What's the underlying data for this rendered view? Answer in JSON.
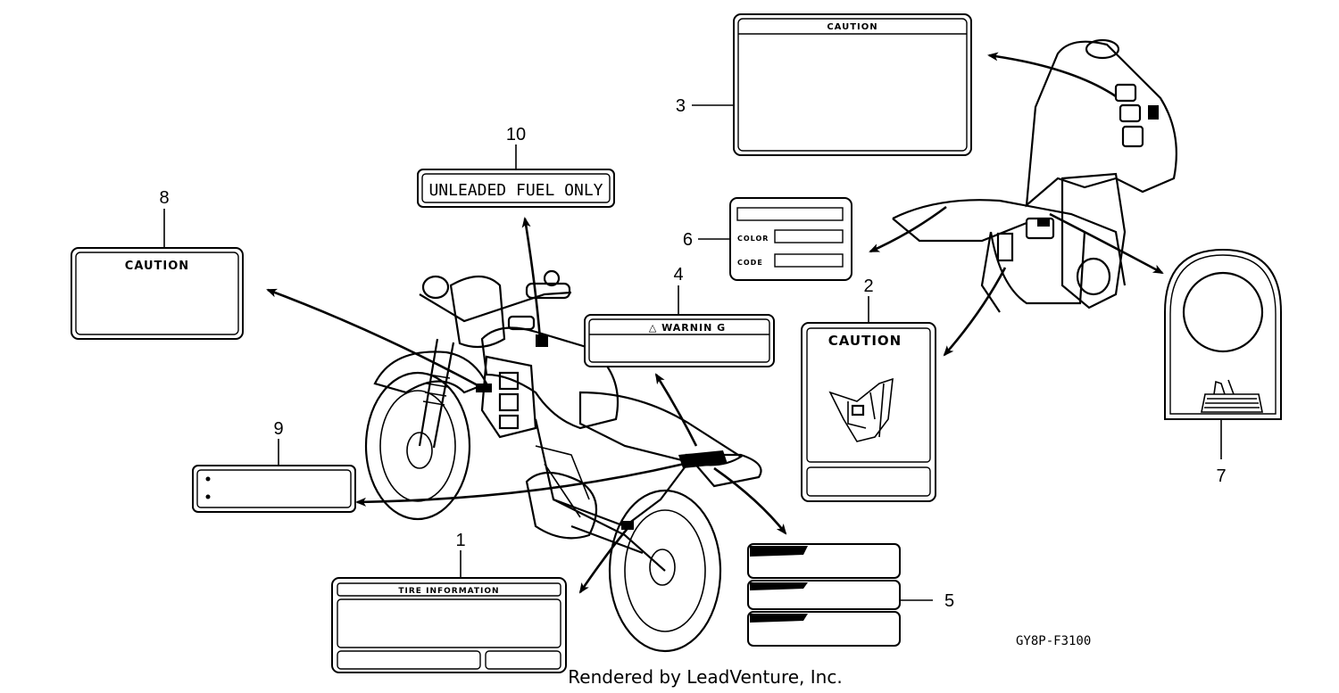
{
  "callouts": {
    "n1": "1",
    "n2": "2",
    "n3": "3",
    "n4": "4",
    "n5": "5",
    "n6": "6",
    "n7": "7",
    "n8": "8",
    "n9": "9",
    "n10": "10"
  },
  "labels": {
    "caution_3": "CAUTION",
    "caution_8": "CAUTION",
    "caution_2": "CAUTION",
    "warning_4": "△ WARNIN G",
    "unleaded_10": "UNLEADED FUEL ONLY",
    "color_6": "COLOR",
    "code_6": "CODE",
    "tire_1": "TIRE   INFORMATION"
  },
  "part_code": "GY8P-F3100",
  "footer": "Rendered by LeadVenture, Inc."
}
